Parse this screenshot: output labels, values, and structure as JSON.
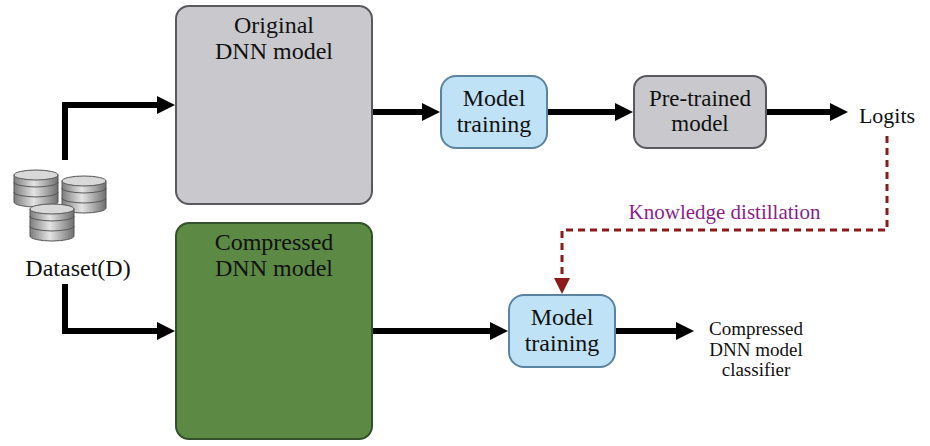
{
  "diagram": {
    "nodes": [
      {
        "text": [
          "Dataset(D)"
        ]
      },
      {
        "text": [
          "Original DNN model"
        ]
      },
      {
        "text": [
          "Model training"
        ]
      },
      {
        "text": [
          "Pre-trained model"
        ]
      },
      {
        "text": [
          "Logits"
        ]
      },
      {
        "text": [
          "Compressed DNN model"
        ]
      },
      {
        "text": [
          "Model training"
        ]
      },
      {
        "text": [
          "Compressed DNN model classifier"
        ]
      }
    ],
    "edges": [
      {
        "from": 0,
        "to": 1,
        "arrow": "to"
      },
      {
        "from": 0,
        "to": 5,
        "arrow": "to"
      },
      {
        "from": 1,
        "to": 2,
        "arrow": "to"
      },
      {
        "from": 2,
        "to": 3,
        "arrow": "to"
      },
      {
        "from": 3,
        "to": 4,
        "arrow": "to"
      },
      {
        "from": 5,
        "to": 6,
        "arrow": "to"
      },
      {
        "from": 6,
        "to": 7,
        "arrow": "to"
      },
      {
        "from": 4,
        "to": 6,
        "label": "Knowledge distillation",
        "arrow": "to"
      }
    ]
  }
}
